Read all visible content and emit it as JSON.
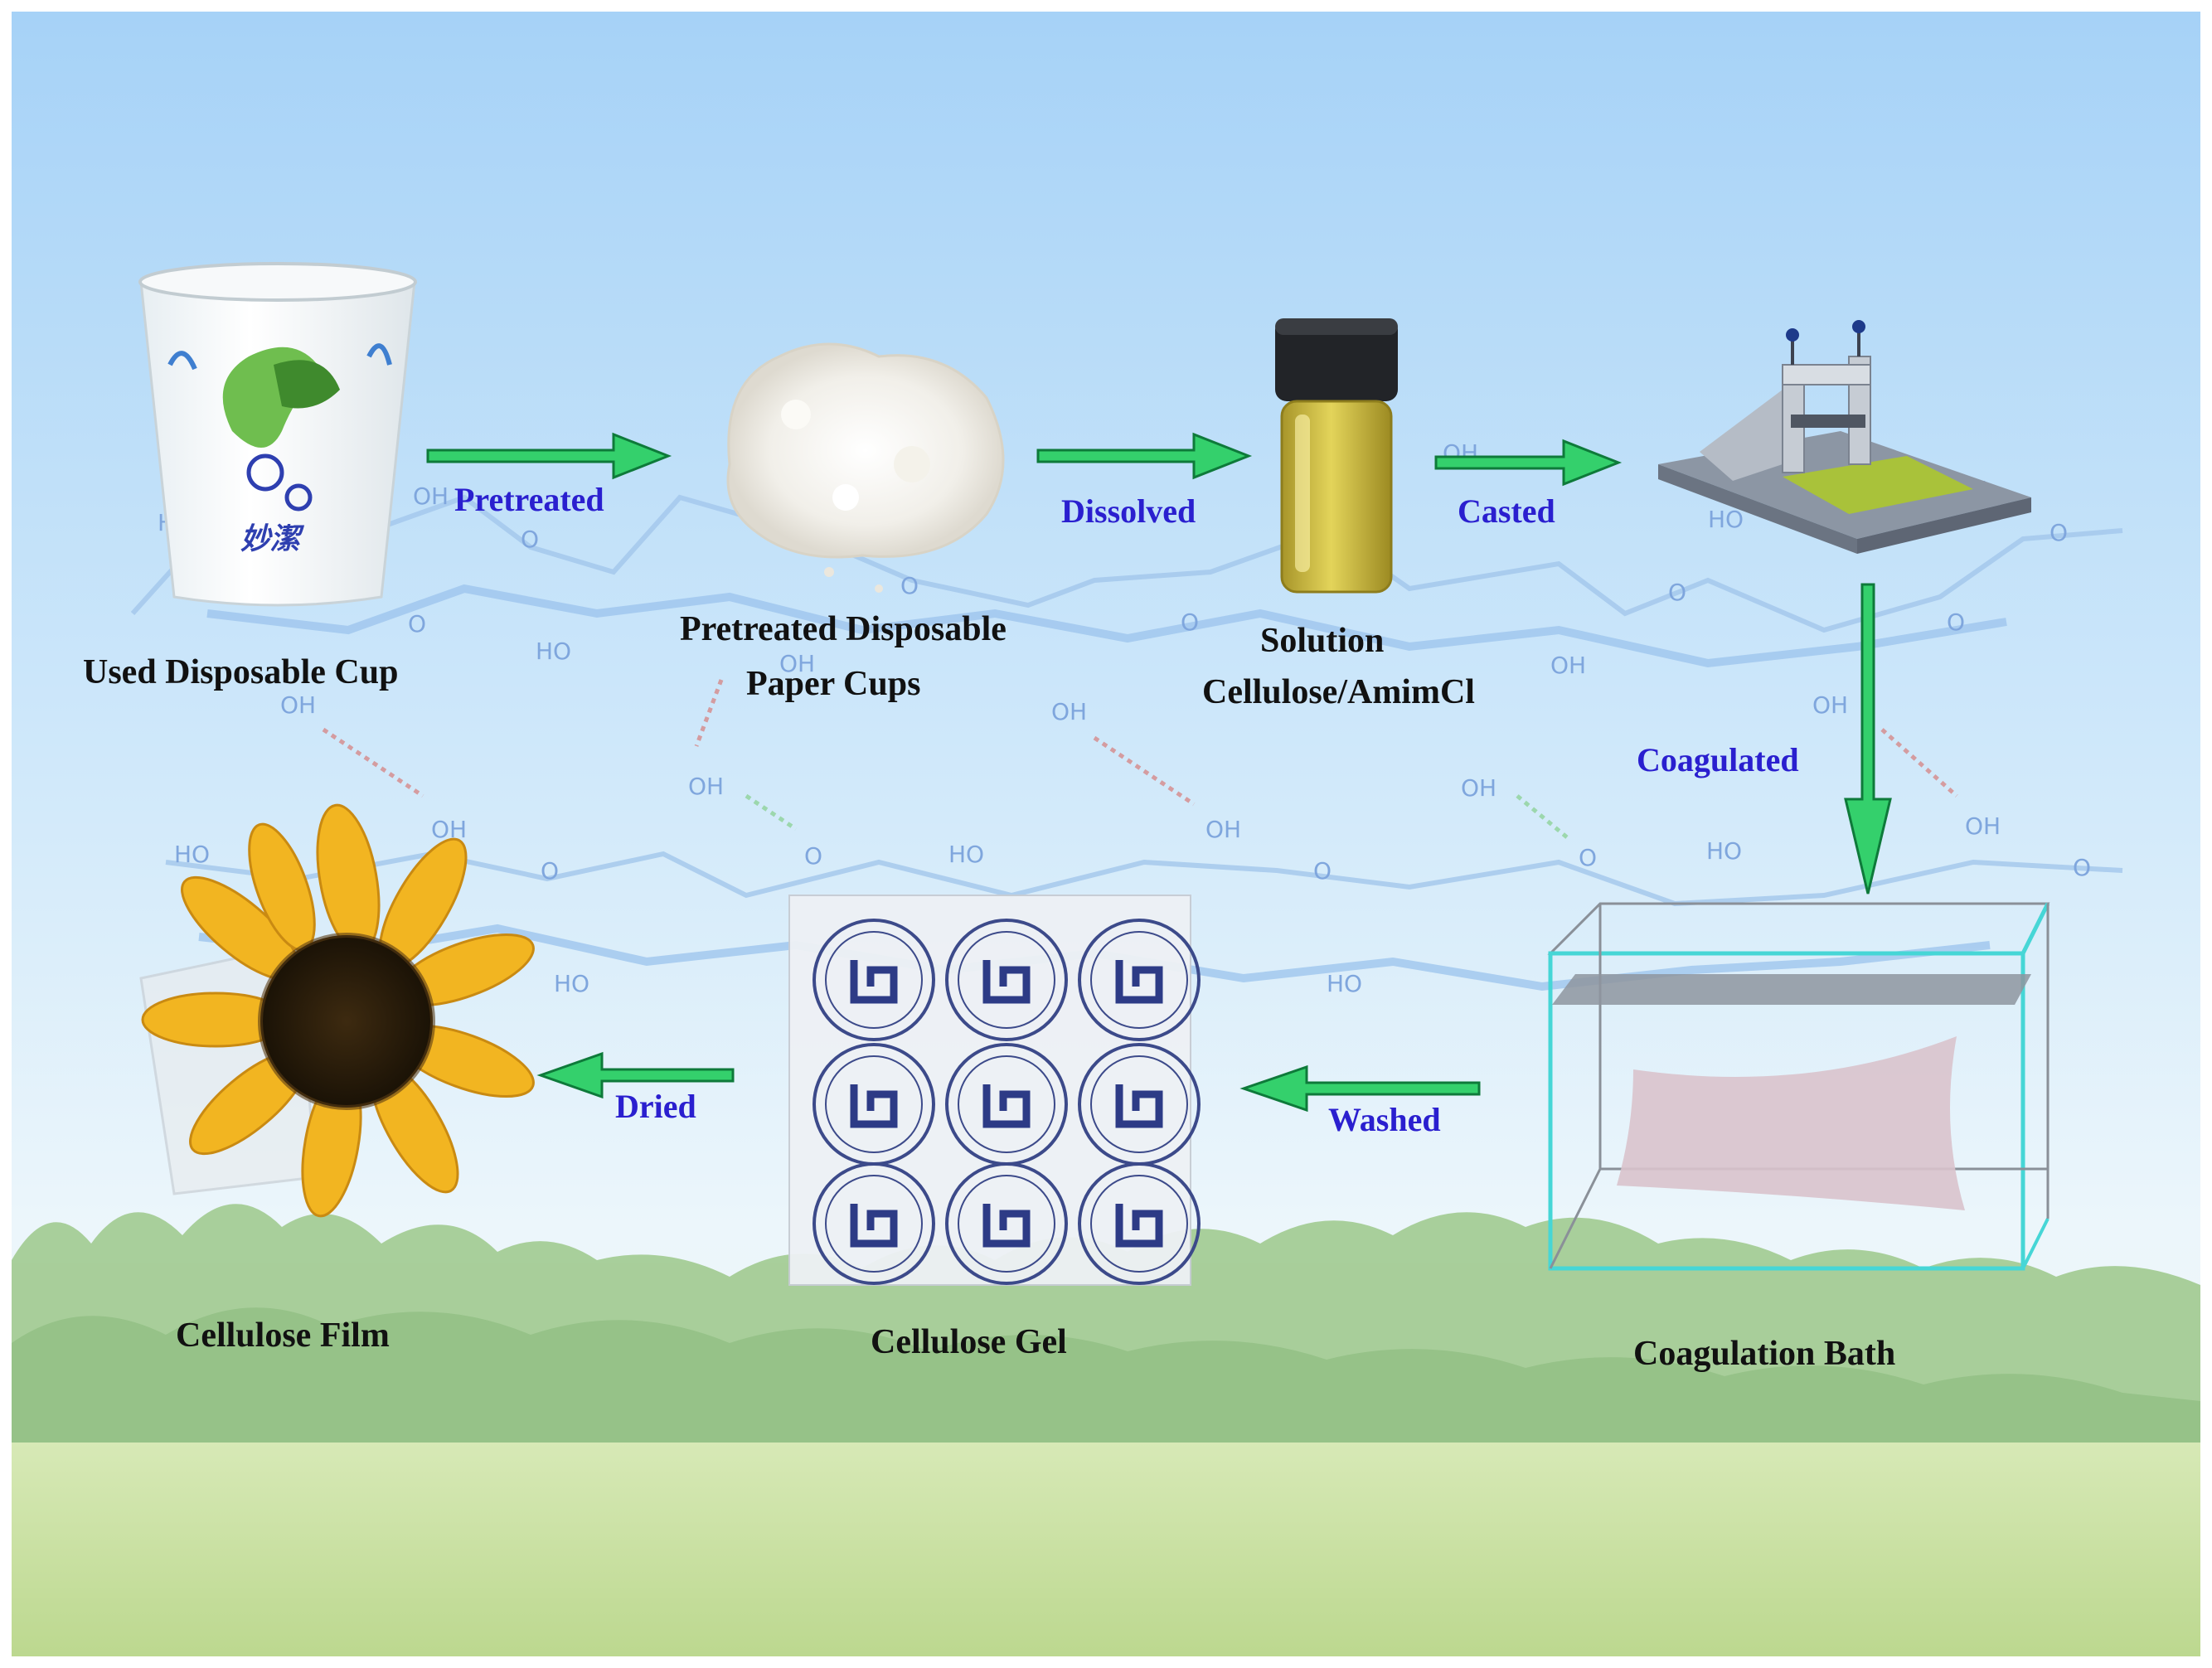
{
  "stages": {
    "used_cup": "Used Disposable Cup",
    "pretreated_cups_line1": "Pretreated Disposable",
    "pretreated_cups_line2": "Paper Cups",
    "solution_line1": "Solution",
    "solution_line2": "Cellulose/AmimCl",
    "coagulation_bath": "Coagulation Bath",
    "cellulose_gel": "Cellulose  Gel",
    "cellulose_film": "Cellulose  Film"
  },
  "steps": {
    "pretreated": "Pretreated",
    "dissolved": "Dissolved",
    "casted": "Casted",
    "coagulated": "Coagulated",
    "washed": "Washed",
    "dried": "Dried"
  },
  "cup_logo_text": "妙潔",
  "chem_labels": {
    "oh": "OH",
    "ho": "HO",
    "o": "O"
  },
  "colors": {
    "sky_top": "#a9d4f7",
    "sky_mid": "#d4ebfa",
    "horizon": "#eaf5fb",
    "grass": "#c8e0a0",
    "trees": "#8fbf7a",
    "arrow": "#32d06a",
    "arrow_stroke": "#0e7a3a",
    "stage_text": "#111111",
    "step_text": "#2a1fcf",
    "molecule": "#9cc4ec"
  }
}
